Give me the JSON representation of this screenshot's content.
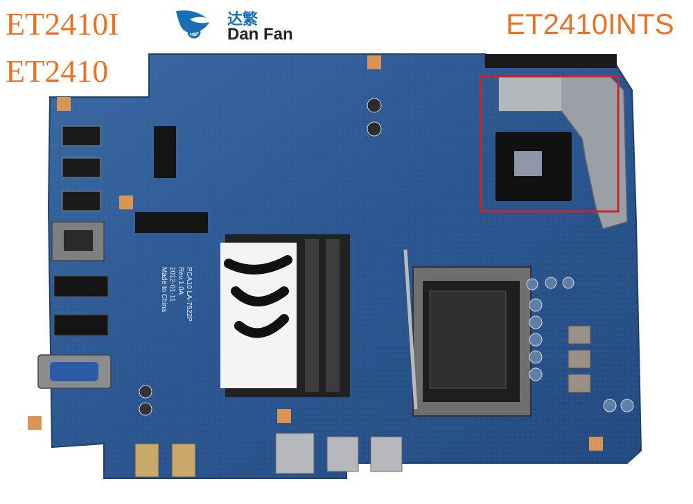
{
  "labels": {
    "model_left_top": "ET2410I",
    "model_left_bottom": "ET2410",
    "model_right": "ET2410INTS"
  },
  "brand": {
    "chinese_name": "达繁",
    "name": "Dan Fan",
    "color": "#1a6fb3"
  },
  "board": {
    "pcb_color": "#2d5b93",
    "highlight_color": "#d81e1e",
    "label_color": "#e8732a",
    "silkscreen_lines": [
      "PCA10 LA-7522P",
      "Rev.1.0A",
      "2012-01-11",
      "Made In China"
    ]
  }
}
